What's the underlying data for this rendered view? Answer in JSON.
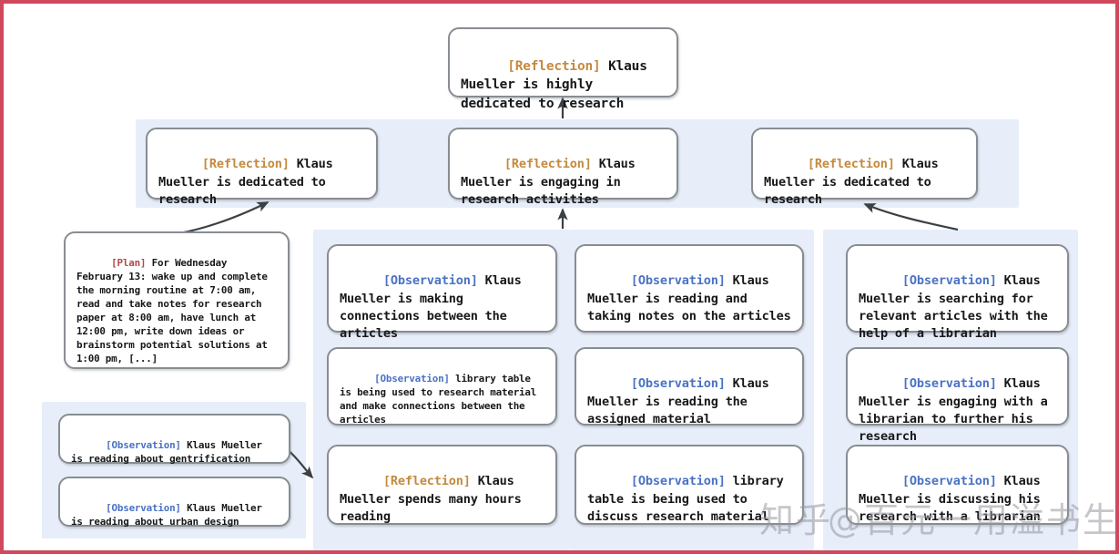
{
  "figure": {
    "type": "reflection-tree-diagram",
    "border_color": "#d0485c",
    "panel_color": "#e7eefa",
    "node_border_color": "#888d92",
    "tag_colors": {
      "Reflection": "#c58a3d",
      "Observation": "#4a72c4",
      "Plan": "#b04a4a"
    }
  },
  "root": {
    "tag": "[Reflection]",
    "text": " Klaus Mueller is highly dedicated to research"
  },
  "level2": [
    {
      "tag": "[Reflection]",
      "text": " Klaus Mueller is dedicated to research"
    },
    {
      "tag": "[Reflection]",
      "text": " Klaus Mueller is engaging in research activities"
    },
    {
      "tag": "[Reflection]",
      "text": " Klaus Mueller is dedicated to research"
    }
  ],
  "plan_node": {
    "tag": "[Plan]",
    "text": " For Wednesday February 13: wake up and complete the morning routine at 7:00 am, read and take notes for research paper at 8:00 am, have lunch at 12:00 pm, write down ideas or brainstorm potential solutions at 1:00 pm, [...]"
  },
  "bottom_left_leaves": [
    {
      "tag": "[Observation]",
      "text": " Klaus Mueller is reading about gentrification"
    },
    {
      "tag": "[Observation]",
      "text": " Klaus Mueller is reading about urban design"
    }
  ],
  "column_a": [
    {
      "tag": "[Observation]",
      "text": " Klaus Mueller is making connections between the articles"
    },
    {
      "tag": "[Observation]",
      "text": " library table is being used to research material and make connections between the articles"
    },
    {
      "tag": "[Reflection]",
      "text": " Klaus Mueller spends many hours reading"
    }
  ],
  "column_b": [
    {
      "tag": "[Observation]",
      "text": " Klaus Mueller is reading and taking notes on the articles"
    },
    {
      "tag": "[Observation]",
      "text": " Klaus Mueller is reading the assigned material"
    },
    {
      "tag": "[Observation]",
      "text": " library table is being used to discuss research material"
    }
  ],
  "column_c": [
    {
      "tag": "[Observation]",
      "text": " Klaus Mueller is searching for relevant articles with the help of a librarian"
    },
    {
      "tag": "[Observation]",
      "text": " Klaus Mueller is engaging with a librarian to further his research"
    },
    {
      "tag": "[Observation]",
      "text": " Klaus Mueller is discussing his research with a librarian"
    }
  ],
  "watermark": {
    "left_text": "知乎",
    "right_text": "@百元一用溢书生"
  }
}
